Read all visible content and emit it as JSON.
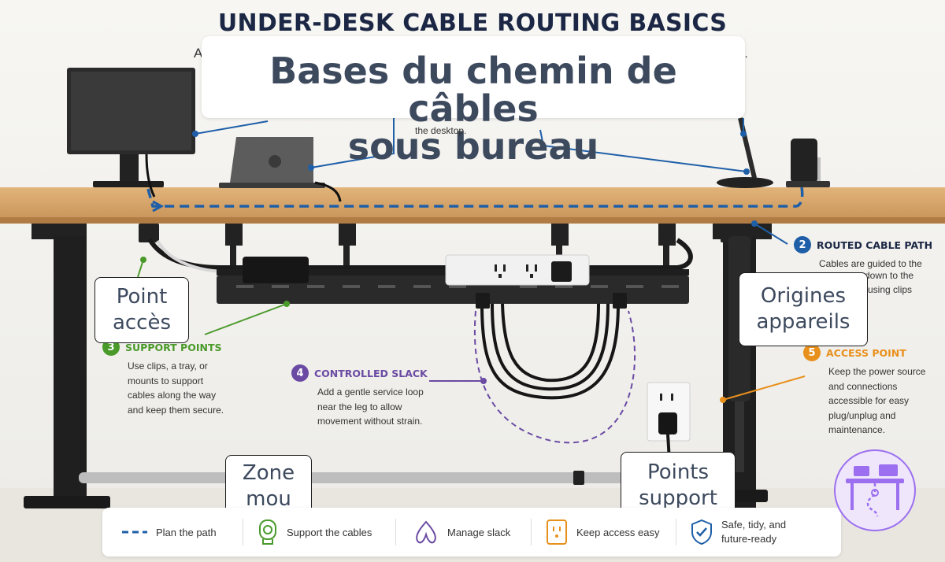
{
  "header": {
    "top_title": "UNDER-DESK CABLE ROUTING BASICS",
    "big_title_line1": "Bases du chemin de câbles",
    "big_title_line2": "sous bureau",
    "frag_left": "A",
    "frag_right": "s.",
    "frag_desktop": "the desktop."
  },
  "annotations": {
    "routed": {
      "number": "2",
      "title": "ROUTED CABLE PATH",
      "line1": "Cables are guided to the",
      "line2": "down to the",
      "line3": "using clips",
      "color": "#1f5fa8"
    },
    "support": {
      "number": "3",
      "title": "SUPPORT POINTS",
      "line1": "Use clips, a tray, or",
      "line2": "mounts to support",
      "line3": "cables along the way",
      "line4": "and keep them secure.",
      "color": "#4a9a2a"
    },
    "slack": {
      "number": "4",
      "title": "CONTROLLED SLACK",
      "line1": "Add a gentle service loop",
      "line2": "near the leg to allow",
      "line3": "movement without strain.",
      "color": "#6a4aa3"
    },
    "access": {
      "number": "5",
      "title": "ACCESS POINT",
      "line1": "Keep the power source",
      "line2": "and connections",
      "line3": "accessible for easy",
      "line4": "plug/unplug and",
      "line5": "maintenance.",
      "color": "#e8901c"
    }
  },
  "overlays": {
    "point_acces": {
      "line1": "Point",
      "line2": "accès"
    },
    "origines": {
      "line1": "Origines",
      "line2": "appareils"
    },
    "zone_mou": {
      "line1": "Zone",
      "line2": "mou"
    },
    "points_support": {
      "line1": "Points",
      "line2": "support"
    }
  },
  "legend": {
    "plan": "Plan the path",
    "support": "Support the cables",
    "slack": "Manage slack",
    "access": "Keep access easy",
    "safe_line1": "Safe, tidy, and",
    "safe_line2": "future-ready"
  },
  "icons": {
    "logo": "desk-cable-logo-icon",
    "support": "cable-clip-icon",
    "slack": "slack-loop-icon",
    "access": "outlet-icon",
    "safe": "shield-check-icon"
  },
  "colors": {
    "cable_path": "#1f5fa8",
    "desk_wood": "#d9a86a",
    "title_dark": "#1b2744",
    "overlay_text": "#3d4a5e"
  }
}
